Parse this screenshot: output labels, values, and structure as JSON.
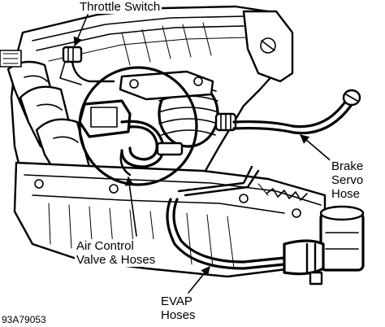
{
  "labels": {
    "throttle_switch": "Throttle Switch",
    "brake_servo_line1": "Brake",
    "brake_servo_line2": "Servo",
    "brake_servo_line3": "Hose",
    "air_control_line1": "Air Control",
    "air_control_line2": "Valve & Hoses",
    "evap_line1": "EVAP",
    "evap_line2": "Hoses"
  },
  "figure_id": "93A79053",
  "colors": {
    "ink": "#000000",
    "paper": "#ffffff"
  }
}
